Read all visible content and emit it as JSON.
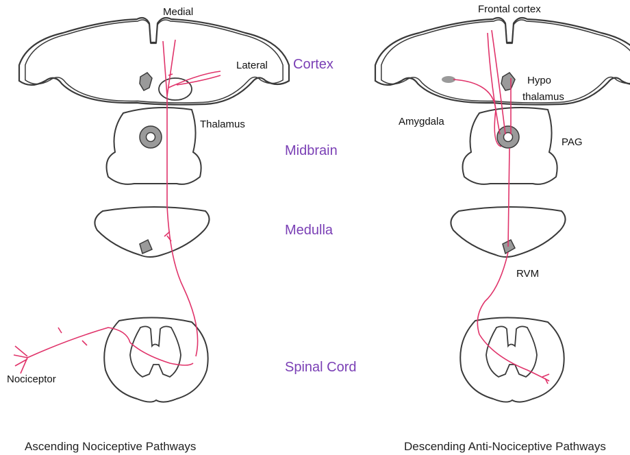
{
  "colors": {
    "outline": "#3a3a3a",
    "nucleus_fill": "#9a9a9a",
    "pathway": "#e0336a",
    "region_label": "#7a3fb5"
  },
  "regions": {
    "cortex": "Cortex",
    "midbrain": "Midbrain",
    "medulla": "Medulla",
    "spinal_cord": "Spinal Cord"
  },
  "ascending": {
    "caption": "Ascending Nociceptive Pathways",
    "labels": {
      "medial": "Medial",
      "lateral": "Lateral",
      "thalamus": "Thalamus",
      "nociceptor": "Nociceptor"
    }
  },
  "descending": {
    "caption": "Descending Anti-Nociceptive Pathways",
    "labels": {
      "frontal_cortex": "Frontal cortex",
      "hypo": "Hypo",
      "thalamus": "thalamus",
      "amygdala": "Amygdala",
      "pag": "PAG",
      "rvm": "RVM"
    }
  }
}
